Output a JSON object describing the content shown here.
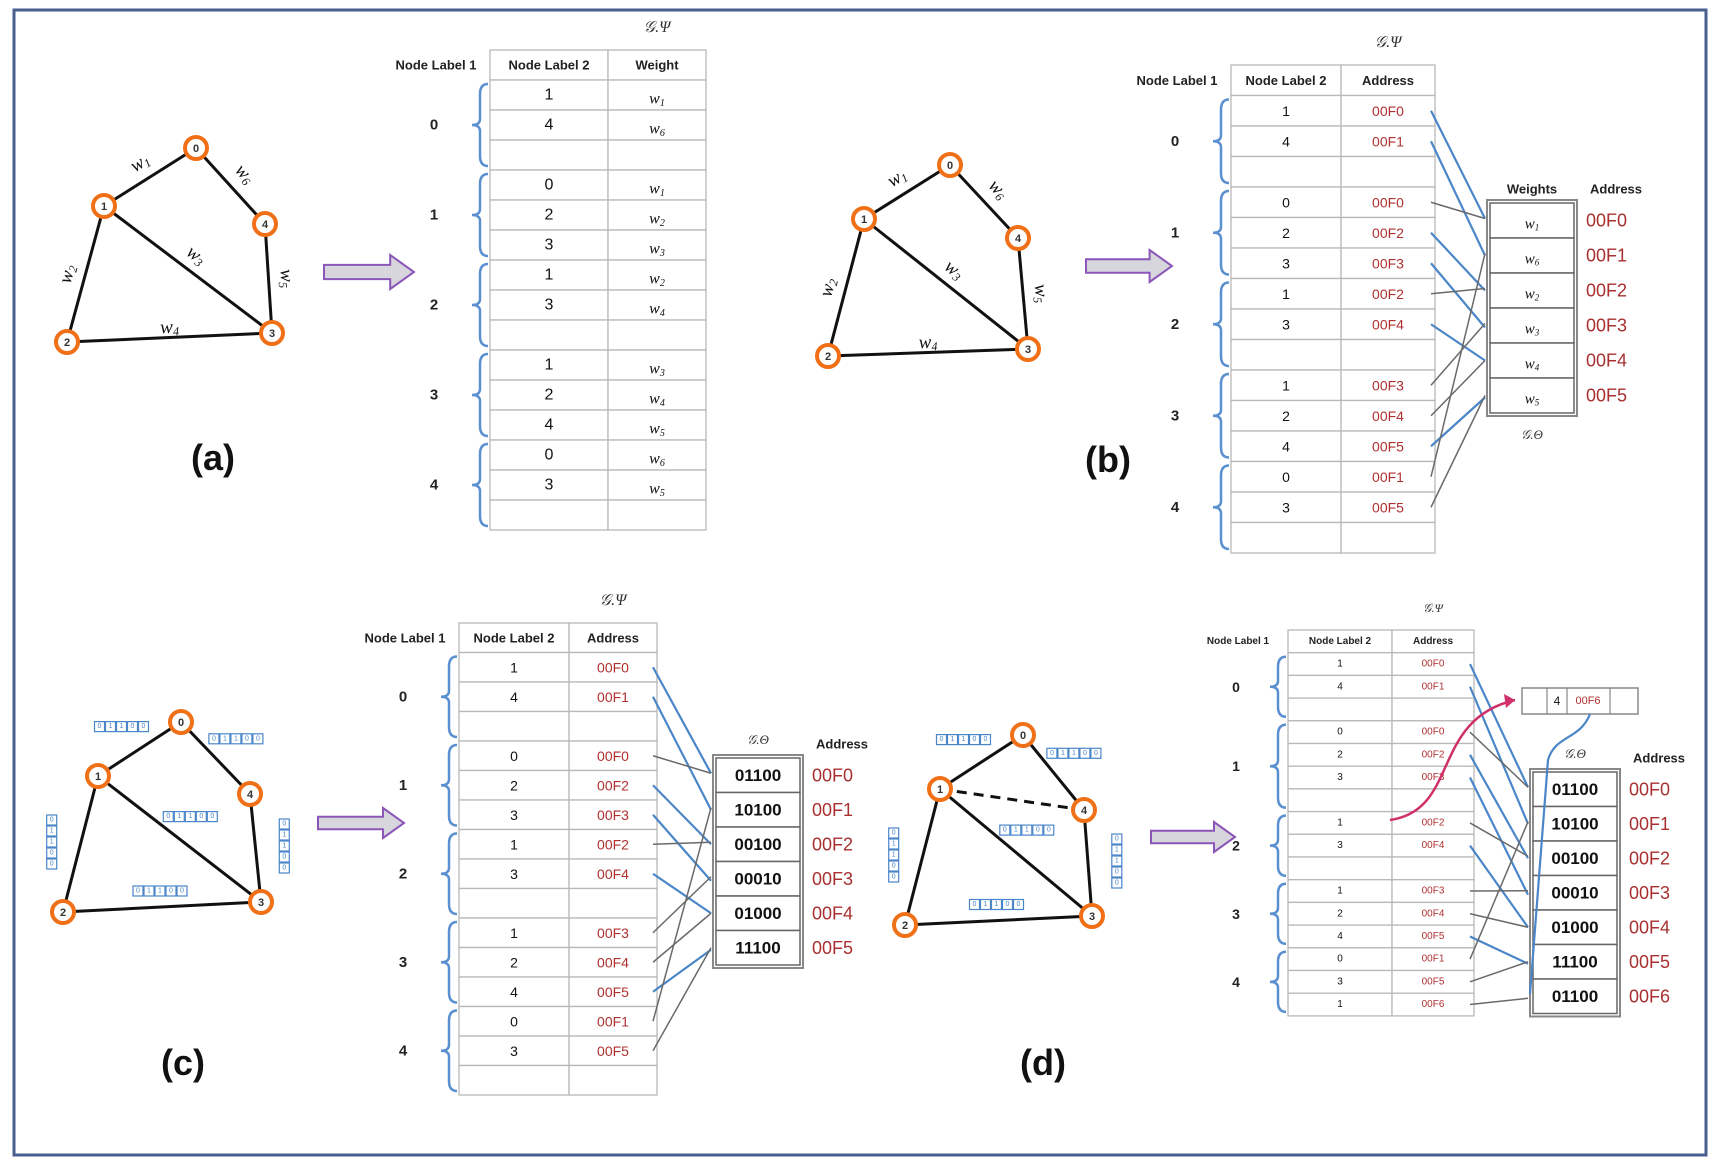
{
  "panel_labels": [
    "(a)",
    "(b)",
    "(c)",
    "(d)"
  ],
  "table_title": "𝒢.Ψ",
  "weights_title": "𝒢.Θ",
  "headers": {
    "node_label_1": "Node Label 1",
    "node_label_2": "Node Label 2",
    "weight": "Weight",
    "address": "Address",
    "weights": "Weights"
  },
  "graph": {
    "nodes": [
      "0",
      "1",
      "2",
      "3",
      "4"
    ],
    "edges": [
      {
        "from": "0",
        "to": "1",
        "label": "w1"
      },
      {
        "from": "0",
        "to": "4",
        "label": "w6"
      },
      {
        "from": "1",
        "to": "2",
        "label": "w2"
      },
      {
        "from": "1",
        "to": "3",
        "label": "w3"
      },
      {
        "from": "2",
        "to": "3",
        "label": "w4"
      },
      {
        "from": "4",
        "to": "3",
        "label": "w5"
      }
    ]
  },
  "adjacency": [
    {
      "node": "0",
      "rows": [
        {
          "n2": "1",
          "w": "w1",
          "addr": "00F0"
        },
        {
          "n2": "4",
          "w": "w6",
          "addr": "00F1"
        },
        {
          "n2": "",
          "w": "",
          "addr": ""
        }
      ]
    },
    {
      "node": "1",
      "rows": [
        {
          "n2": "0",
          "w": "w1",
          "addr": "00F0"
        },
        {
          "n2": "2",
          "w": "w2",
          "addr": "00F2"
        },
        {
          "n2": "3",
          "w": "w3",
          "addr": "00F3"
        }
      ]
    },
    {
      "node": "2",
      "rows": [
        {
          "n2": "1",
          "w": "w2",
          "addr": "00F2"
        },
        {
          "n2": "3",
          "w": "w4",
          "addr": "00F4"
        },
        {
          "n2": "",
          "w": "",
          "addr": ""
        }
      ]
    },
    {
      "node": "3",
      "rows": [
        {
          "n2": "1",
          "w": "w3",
          "addr": "00F3"
        },
        {
          "n2": "2",
          "w": "w4",
          "addr": "00F4"
        },
        {
          "n2": "4",
          "w": "w5",
          "addr": "00F5"
        }
      ]
    },
    {
      "node": "4",
      "rows": [
        {
          "n2": "0",
          "w": "w6",
          "addr": "00F1"
        },
        {
          "n2": "3",
          "w": "w5",
          "addr": "00F5"
        },
        {
          "n2": "",
          "w": "",
          "addr": ""
        }
      ]
    }
  ],
  "adjacency_d": [
    {
      "node": "0",
      "rows": [
        {
          "n2": "1",
          "addr": "00F0"
        },
        {
          "n2": "4",
          "addr": "00F1"
        },
        {
          "n2": "",
          "addr": ""
        }
      ]
    },
    {
      "node": "1",
      "rows": [
        {
          "n2": "0",
          "addr": "00F0"
        },
        {
          "n2": "2",
          "addr": "00F2"
        },
        {
          "n2": "3",
          "addr": "00F3"
        },
        {
          "n2": "",
          "addr": ""
        }
      ]
    },
    {
      "node": "2",
      "rows": [
        {
          "n2": "1",
          "addr": "00F2"
        },
        {
          "n2": "3",
          "addr": "00F4"
        },
        {
          "n2": "",
          "addr": ""
        }
      ]
    },
    {
      "node": "3",
      "rows": [
        {
          "n2": "1",
          "addr": "00F3"
        },
        {
          "n2": "2",
          "addr": "00F4"
        },
        {
          "n2": "4",
          "addr": "00F5"
        }
      ]
    },
    {
      "node": "4",
      "rows": [
        {
          "n2": "0",
          "addr": "00F1"
        },
        {
          "n2": "3",
          "addr": "00F5"
        },
        {
          "n2": "1",
          "addr": "00F6"
        }
      ]
    }
  ],
  "weights_b": [
    {
      "w": "w1",
      "addr": "00F0"
    },
    {
      "w": "w6",
      "addr": "00F1"
    },
    {
      "w": "w2",
      "addr": "00F2"
    },
    {
      "w": "w3",
      "addr": "00F3"
    },
    {
      "w": "w4",
      "addr": "00F4"
    },
    {
      "w": "w5",
      "addr": "00F5"
    }
  ],
  "weights_c": [
    {
      "bits": "01100",
      "addr": "00F0"
    },
    {
      "bits": "10100",
      "addr": "00F1"
    },
    {
      "bits": "00100",
      "addr": "00F2"
    },
    {
      "bits": "00010",
      "addr": "00F3"
    },
    {
      "bits": "01000",
      "addr": "00F4"
    },
    {
      "bits": "11100",
      "addr": "00F5"
    }
  ],
  "weights_d": [
    {
      "bits": "01100",
      "addr": "00F0"
    },
    {
      "bits": "10100",
      "addr": "00F1"
    },
    {
      "bits": "00100",
      "addr": "00F2"
    },
    {
      "bits": "00010",
      "addr": "00F3"
    },
    {
      "bits": "01000",
      "addr": "00F4"
    },
    {
      "bits": "11100",
      "addr": "00F5"
    },
    {
      "bits": "01100",
      "addr": "00F6"
    }
  ],
  "new_entry_d": {
    "n2": "4",
    "addr": "00F6"
  },
  "edge_bits": "0 1 1 0 0",
  "colors": {
    "node_stroke": "#f07018",
    "address_text": "#b03030",
    "link_blue": "#4a86c8",
    "link_grey": "#6a6a6a",
    "brace_blue": "#5a8fd0",
    "insert_arrow": "#d0306a",
    "transform_arrow": "#8b56b8"
  }
}
